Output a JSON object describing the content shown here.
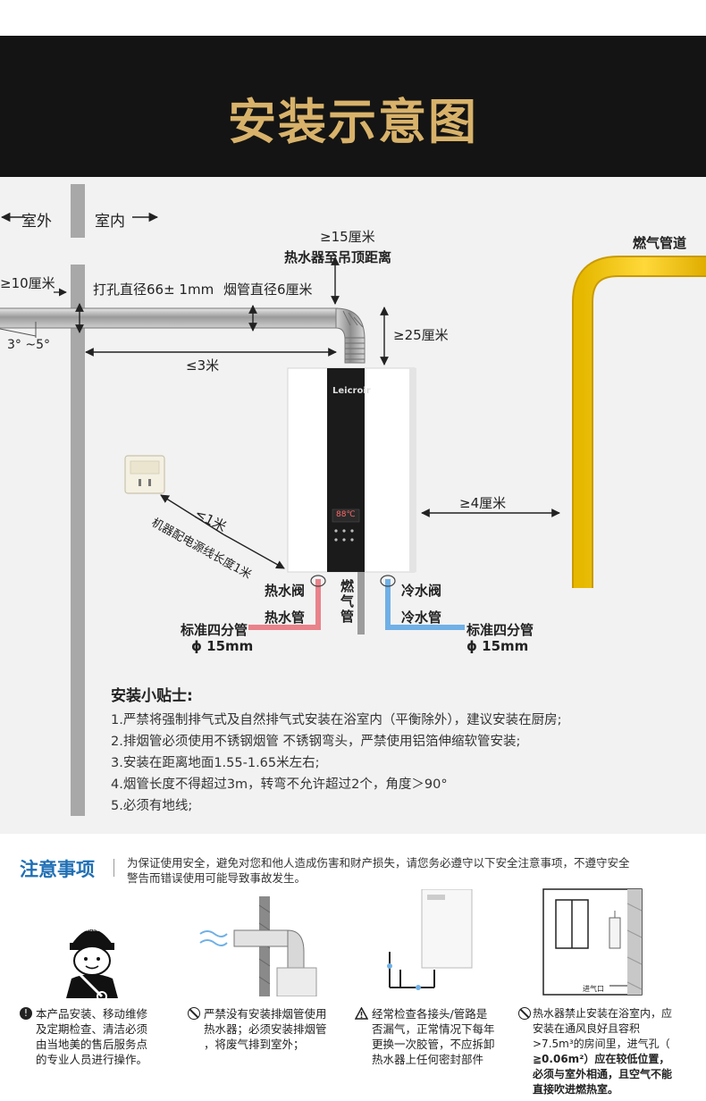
{
  "header": {
    "title": "安装示意图"
  },
  "diagram": {
    "outdoor": "室外",
    "indoor": "室内",
    "top_clearance_value": "≥15厘米",
    "top_clearance_desc": "热水器至吊顶距离",
    "gas_pipeline": "燃气管道",
    "wall_margin": "≥10厘米",
    "hole_diameter": "打孔直径66± 1mm",
    "flue_diameter": "烟管直径6厘米",
    "flue_clearance": "≥25厘米",
    "slope": "3°  ~5°",
    "flue_length": "≤3米",
    "brand": "Leicroir",
    "side_clearance": "≥4厘米",
    "cable_distance": "≤1米",
    "cable_desc": "机器配电源线长度1米",
    "hot_valve": "热水阀",
    "hot_pipe": "热水管",
    "gas_pipe": "燃气管",
    "cold_valve": "冷水阀",
    "cold_pipe": "冷水管",
    "std_pipe_left": "标准四分管",
    "dia_left": "ϕ 15mm",
    "std_pipe_right": "标准四分管",
    "dia_right": "ϕ 15mm",
    "display_value": "88℃"
  },
  "tips": {
    "title": "安装小贴士:",
    "items": [
      "1.严禁将强制排气式及自然排气式安装在浴室内（平衡除外），建议安装在厨房;",
      "2.排烟管必须使用不锈钢烟管 不锈钢弯头，严禁使用铝箔伸缩软管安装;",
      "3.安装在距离地面1.55-1.65米左右;",
      "4.烟管长度不得超过3m，转弯不允许超过2个，角度＞90°",
      "5.必须有地线;"
    ]
  },
  "notice": {
    "title": "注意事项",
    "intro_1": "为保证使用安全，避免对您和他人造成伤害和财产损失，请您务必遵守以下安全注意事项，不遵守安全",
    "intro_2": "警告而错误使用可能导致事故发生。",
    "midea_badge": "Midea",
    "vent_label": "进气口",
    "cards": [
      {
        "lines": [
          "本产品安装、移动维修",
          "及定期检查、清洁必须",
          "由当地美的售后服务点",
          "的专业人员进行操作。"
        ]
      },
      {
        "lines": [
          "严禁没有安装排烟管使用",
          "热水器；必须安装排烟管",
          "，将废气排到室外；"
        ]
      },
      {
        "lines": [
          "经常检查各接头/管路是",
          "否漏气，正常情况下每年",
          "更换一次胶管，不应拆卸",
          "热水器上任何密封部件"
        ]
      },
      {
        "lines": [
          "热水器禁止安装在浴室内，应",
          "安装在通风良好且容积",
          ">7.5m³的房间里，进气孔（",
          "≧0.06m²）应在较低位置，",
          "必须与室外相通，且空气不能",
          "直接吹进燃热室。"
        ]
      }
    ]
  },
  "colors": {
    "gold": "#d8b26a",
    "gas_yellow": "#f1c40f",
    "hot_red": "#e9828a",
    "cold_blue": "#6fb0e6",
    "notice_blue": "#1f6fb5"
  }
}
